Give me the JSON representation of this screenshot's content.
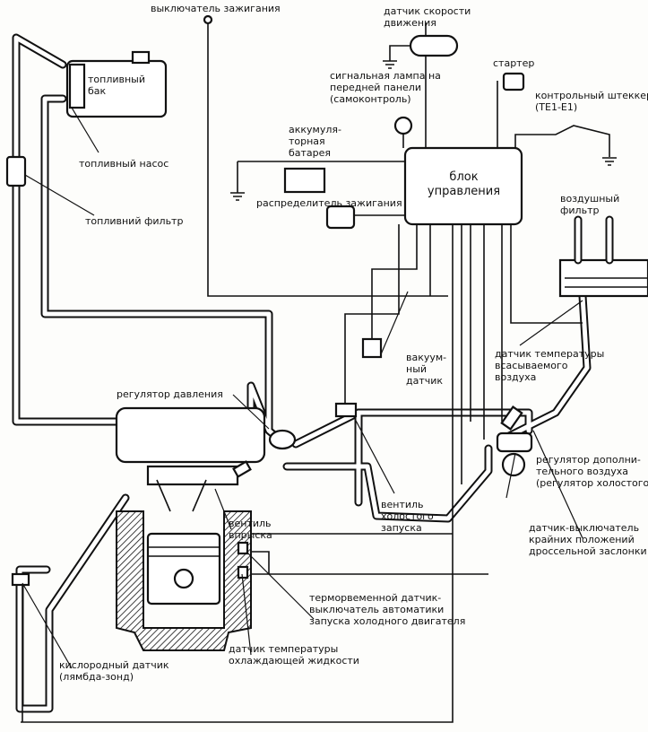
{
  "labels": {
    "ignition_switch": "выключатель зажигания",
    "speed_sensor": "датчик скорости\nдвижения",
    "fuel_tank": "топливный\nбак",
    "fuel_pump": "топливный насос",
    "fuel_filter": "топливний фильтр",
    "warning_lamp": "сигнальная лампа на\nпередней панели\n(самоконтроль)",
    "starter": "стартер",
    "test_connector": "контрольный штеккер\n(TE1-E1)",
    "battery": "аккумуля-\nторная\nбатарея",
    "distributor": "распределитель зажигания",
    "ecu": "блок\nуправления",
    "air_filter": "воздушный\nфильтр",
    "vacuum_sensor": "вакуум-\nный\nдатчик",
    "intake_air_temp_sensor": "датчик температуры\nвсасываемого\nвоздуха",
    "pressure_regulator": "регулятор давления",
    "aux_air_regulator": "регулятор дополни-\nтельного воздуха\n(регулятор холостого",
    "cold_start_valve": "вентиль\nхолостого\nзапуска",
    "throttle_position_switch": "датчик-выключатель\nкрайних положений\nдроссельной заслонки",
    "injector": "вентиль\nвпрыска",
    "thermo_time_switch": "терморвеменной датчик-\nвыключатель автоматики\nзапуска холодного двигателя",
    "coolant_temp_sensor": "датчик температуры\nохлаждающей жидкости",
    "oxygen_sensor": "кислородный датчик\n(лямбда-зонд)"
  }
}
